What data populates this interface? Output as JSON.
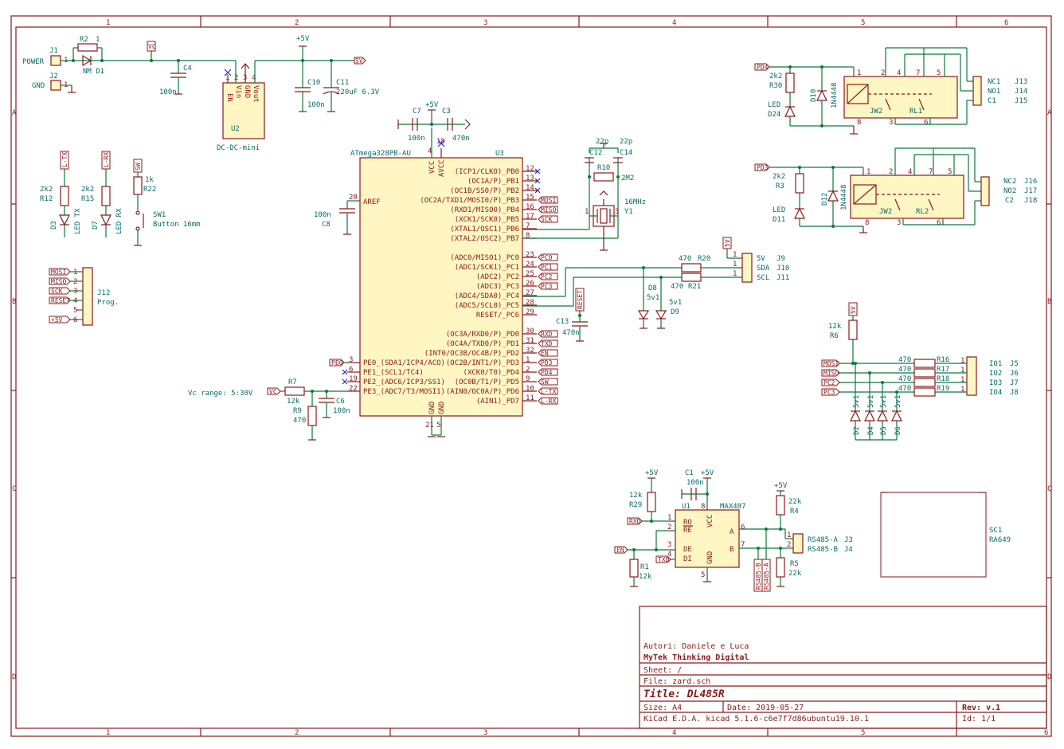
{
  "frame": {
    "cols": [
      "1",
      "2",
      "3",
      "4",
      "5",
      "6"
    ],
    "rows": [
      "A",
      "B",
      "C",
      "D"
    ]
  },
  "title_block": {
    "authors": "Autori: Daniele e Luca",
    "company": "MyTek Thinking Digital",
    "sheet": "Sheet: /",
    "file": "File: zard.sch",
    "title": "Title: DL485R",
    "size": "Size: A4",
    "date": "Date: 2019-05-27",
    "rev": "Rev: v.1",
    "tool": "KiCad E.D.A.  kicad 5.1.6-c6e7f7d86ubuntu19.10.1",
    "id": "Id: 1/1"
  },
  "note": "Vc range: 5:30V",
  "power": {
    "j1": "J1",
    "power": "POWER",
    "j2": "J2",
    "gnd": "GND",
    "r2": "R2",
    "r2n": "1",
    "d1": "NM D1",
    "c4": "C4",
    "c4v": "100n",
    "vc": "VC",
    "u2": "U2",
    "u2name": "DC-DC-mini",
    "u2p1": "EN",
    "u2p2": "Vin",
    "u2p3": "GND",
    "u2p4": "Vout",
    "u2n1": "1",
    "u2n2": "2",
    "u2n3": "3",
    "u2n4": "4",
    "p5v": "+5V",
    "c10": "C10",
    "c10v": "100n",
    "c11": "C11",
    "c11v": "220uF 6.3V",
    "net5v": "5V"
  },
  "leds": {
    "ltx": "L-TX",
    "lrx": "L-RX",
    "sw": "SW",
    "r12v": "2k2",
    "r12": "R12",
    "r15v": "2k2",
    "r15": "R15",
    "r22v": "1k",
    "r22": "R22",
    "d3": "D3",
    "d3l": "LED TX",
    "d7": "D7",
    "d7l": "LED RX",
    "sw1": "SW1",
    "sw1l": "Button 16mm"
  },
  "prog": {
    "ref": "J12",
    "val": "Prog.",
    "pins": [
      "MOSI",
      "MISO",
      "SCK",
      "RESET",
      "",
      "+5V"
    ],
    "nums": [
      "1",
      "2",
      "3",
      "4",
      "5",
      "6"
    ]
  },
  "mcu": {
    "ref": "U3",
    "val": "ATmega328PB-AU",
    "vcc": "VCC",
    "avcc": "AVCC",
    "n4": "4",
    "n18": "18",
    "aref": "AREF",
    "n20": "20",
    "gnd1": "GND",
    "gnd2": "GND",
    "n21": "21",
    "n5": "5",
    "right": [
      {
        "n": "12",
        "t": "(ICP1/CLKO)_PB0"
      },
      {
        "n": "13",
        "t": "(OC1A/P)_PB1"
      },
      {
        "n": "14",
        "t": "(OC1B/SS0/P)_PB2"
      },
      {
        "n": "15",
        "t": "(OC2A/TXD1/MOSI0/P)_PB3"
      },
      {
        "n": "16",
        "t": "(RXD1/MISO0)_PB4"
      },
      {
        "n": "17",
        "t": "(XCK1/SCK0)_PB5"
      },
      {
        "n": "7",
        "t": "(XTAL1/OSC1)_PB6"
      },
      {
        "n": "8",
        "t": "(XTAL2/OSC2)_PB7"
      },
      {
        "n": "23",
        "t": "(ADC0/MISO1)_PC0"
      },
      {
        "n": "24",
        "t": "(ADC1/SCK1)_PC1"
      },
      {
        "n": "25",
        "t": "(ADC2)_PC2"
      },
      {
        "n": "26",
        "t": "(ADC3)_PC3"
      },
      {
        "n": "27",
        "t": "(ADC4/SDA0)_PC4"
      },
      {
        "n": "28",
        "t": "(ADC5/SCL0)_PC5"
      },
      {
        "n": "29",
        "t": "RESET/_PC6"
      },
      {
        "n": "30",
        "t": "(OC3A/RXD0/P)_PD0"
      },
      {
        "n": "31",
        "t": "(OC4A/TXD0/P)_PD1"
      },
      {
        "n": "32",
        "t": "(INT0/OC3B/OC4B/P)_PD2"
      },
      {
        "n": "1",
        "t": "(OC2B/INT1/P)_PD3"
      },
      {
        "n": "2",
        "t": "(XCK0/T0)_PD4"
      },
      {
        "n": "9",
        "t": "(OC0B/T1/P)_PD5"
      },
      {
        "n": "10",
        "t": "(AIN0/OC0A/P)_PD6"
      },
      {
        "n": "11",
        "t": "(AIN1)_PD7"
      }
    ],
    "left": [
      {
        "n": "3",
        "t": "PE0_(SDA1/ICP4/ACO)"
      },
      {
        "n": "6",
        "t": "PE1_(SCL1/TC4)"
      },
      {
        "n": "19",
        "t": "PE2_(ADC6/ICP3/SS1)"
      },
      {
        "n": "22",
        "t": "PE3_(ADC7/T3/MOSI1)"
      }
    ],
    "nets_right": [
      "MOSI",
      "MISO",
      "SCK",
      "PC0",
      "PC1",
      "PC2",
      "PC3",
      "RXD",
      "TXD",
      "EN",
      "PD3",
      "PD4",
      "SW",
      "L-TX",
      "L-RX"
    ],
    "pe0": "PE0",
    "reset": "RESET",
    "c7": "C7",
    "c7v": "100n",
    "c3": "C3",
    "c3v": "470n",
    "p5v": "+5V",
    "c8": "C8",
    "c8v": "100n",
    "c13": "C13",
    "c13v": "470n",
    "c12": "C12",
    "c12v": "22p",
    "c14": "C14",
    "c14v": "22p",
    "r10": "R10",
    "r10v": "2M2",
    "y1": "Y1",
    "y1v": "16MHz",
    "y1n1": "1",
    "y1n3": "3",
    "r7": "R7",
    "r7v": "12k",
    "r9": "R9",
    "r9v": "470",
    "c6": "C6",
    "c6v": "100n",
    "vc": "VC"
  },
  "i2c": {
    "r20v": "470",
    "r20": "R20",
    "r21v": "470",
    "r21": "R21",
    "d8": "D8",
    "d8v": "5v1",
    "d9": "D9",
    "d9v": "5v1",
    "j9": "J9",
    "j10": "J10",
    "j11": "J11",
    "l5v": "5V",
    "lsda": "SDA",
    "lscl": "SCL",
    "n1": "1",
    "net5v": "5V"
  },
  "relay1": {
    "pd4": "PD4",
    "r30v": "2k2",
    "r30": "R30",
    "led": "LED",
    "d24": "D24",
    "d10": "D10",
    "d10v": "1N4448",
    "jw": "JW2",
    "rl": "RL1",
    "p2": "2",
    "p4": "4",
    "p7": "7",
    "p5": "5",
    "p1": "1",
    "p8": "8",
    "p3": "3",
    "p6": "6",
    "nc": "NC1",
    "no": "NO1",
    "c": "C1",
    "j13": "J13",
    "j14": "J14",
    "j15": "J15"
  },
  "relay2": {
    "pd3": "PD3",
    "r3v": "2k2",
    "r3": "R3",
    "led": "LED",
    "d11": "D11",
    "d12": "D12",
    "d12v": "1N4448",
    "jw": "JW2",
    "rl": "RL2",
    "p2": "2",
    "p4": "4",
    "p7": "7",
    "p5": "5",
    "p1": "1",
    "p8": "8",
    "p3": "3",
    "p6": "6",
    "nc": "NC2",
    "no": "NO2",
    "c": "C2",
    "j16": "J16",
    "j17": "J17",
    "j18": "J18"
  },
  "io": {
    "r6v": "12k",
    "r6": "R6",
    "net5v": "5V",
    "nets": [
      "MOSI",
      "MISO",
      "PC2",
      "PC3"
    ],
    "rv": [
      "470",
      "470",
      "470",
      "470"
    ],
    "rr": [
      "R16",
      "R17",
      "R18",
      "R19"
    ],
    "labels": [
      "IO1",
      "IO2",
      "IO3",
      "IO4"
    ],
    "js": [
      "J5",
      "J6",
      "J7",
      "J8"
    ],
    "dv": [
      "5v1",
      "5v1",
      "5v1",
      "5v1"
    ],
    "dd": [
      "D2",
      "D4",
      "D5",
      "D6"
    ]
  },
  "rs485": {
    "u1": "U1",
    "u1v": "MAX487",
    "ro": "RO",
    "re": "RE",
    "de": "DE",
    "di": "DI",
    "vcc": "VCC",
    "gnd": "GND",
    "a": "A",
    "b": "B",
    "n1": "1",
    "n2": "2",
    "n3": "3",
    "n4": "4",
    "n5": "5",
    "n6": "6",
    "n7": "7",
    "n8": "8",
    "c1": "C1",
    "c1v": "100n",
    "p5v": "+5V",
    "r29v": "12k",
    "r29": "R29",
    "r1": "R1",
    "r1v": "12k",
    "r4": "R4",
    "r4v": "22k",
    "r5": "R5",
    "r5v": "22k",
    "rxd": "RXD",
    "en": "EN",
    "txd": "TXD",
    "rsa": "RS485-A",
    "rsb": "RS485-B",
    "j3": "J3",
    "j4": "J4",
    "n1j": "1",
    "n2j": "2",
    "sc1": "SC1",
    "sc1v": "RA649"
  }
}
